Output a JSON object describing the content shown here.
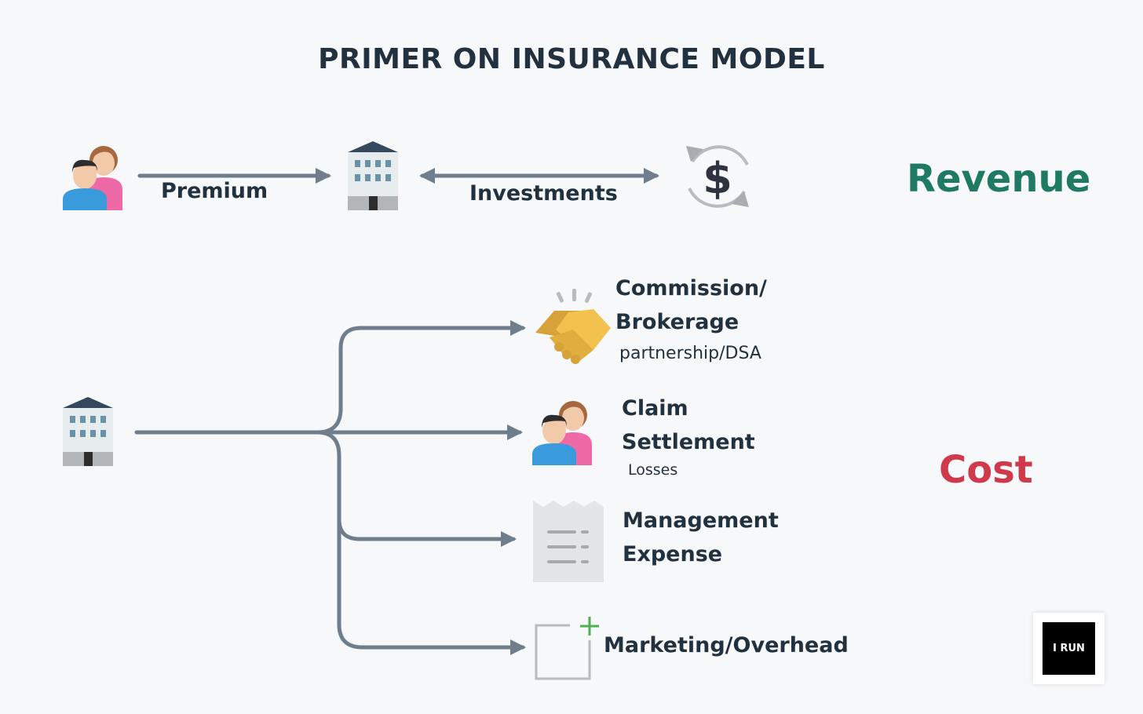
{
  "title": "PRIMER ON INSURANCE MODEL",
  "revenue_section": {
    "premium_label": "Premium",
    "investments_label": "Investments",
    "revenue_label": "Revenue"
  },
  "cost_section": {
    "cost_label": "Cost",
    "items": [
      {
        "line1": "Commission/",
        "line2": "Brokerage",
        "sub": "partnership/DSA"
      },
      {
        "line1": "Claim",
        "line2": "Settlement",
        "sub": "Losses"
      },
      {
        "line1": "Management",
        "line2": "Expense",
        "sub": ""
      },
      {
        "line1": "Marketing/Overhead",
        "line2": "",
        "sub": ""
      }
    ]
  },
  "logo": {
    "text": "I RUN"
  },
  "colors": {
    "text": "#22313f",
    "arrow": "#6f7e8c",
    "revenue": "#1e7a63",
    "cost": "#d0394c",
    "handshake": "#e8b441",
    "person_male_shirt": "#3a9bdc",
    "person_female_shirt": "#ee6aa7",
    "building_roof": "#34495e",
    "plus_green": "#4cb050"
  },
  "icons": {
    "customers": "people-icon",
    "insurer": "building-icon",
    "investment": "dollar-cycle-icon",
    "commission": "handshake-icon",
    "claims": "people-icon",
    "management": "receipt-icon",
    "marketing": "add-document-icon"
  }
}
